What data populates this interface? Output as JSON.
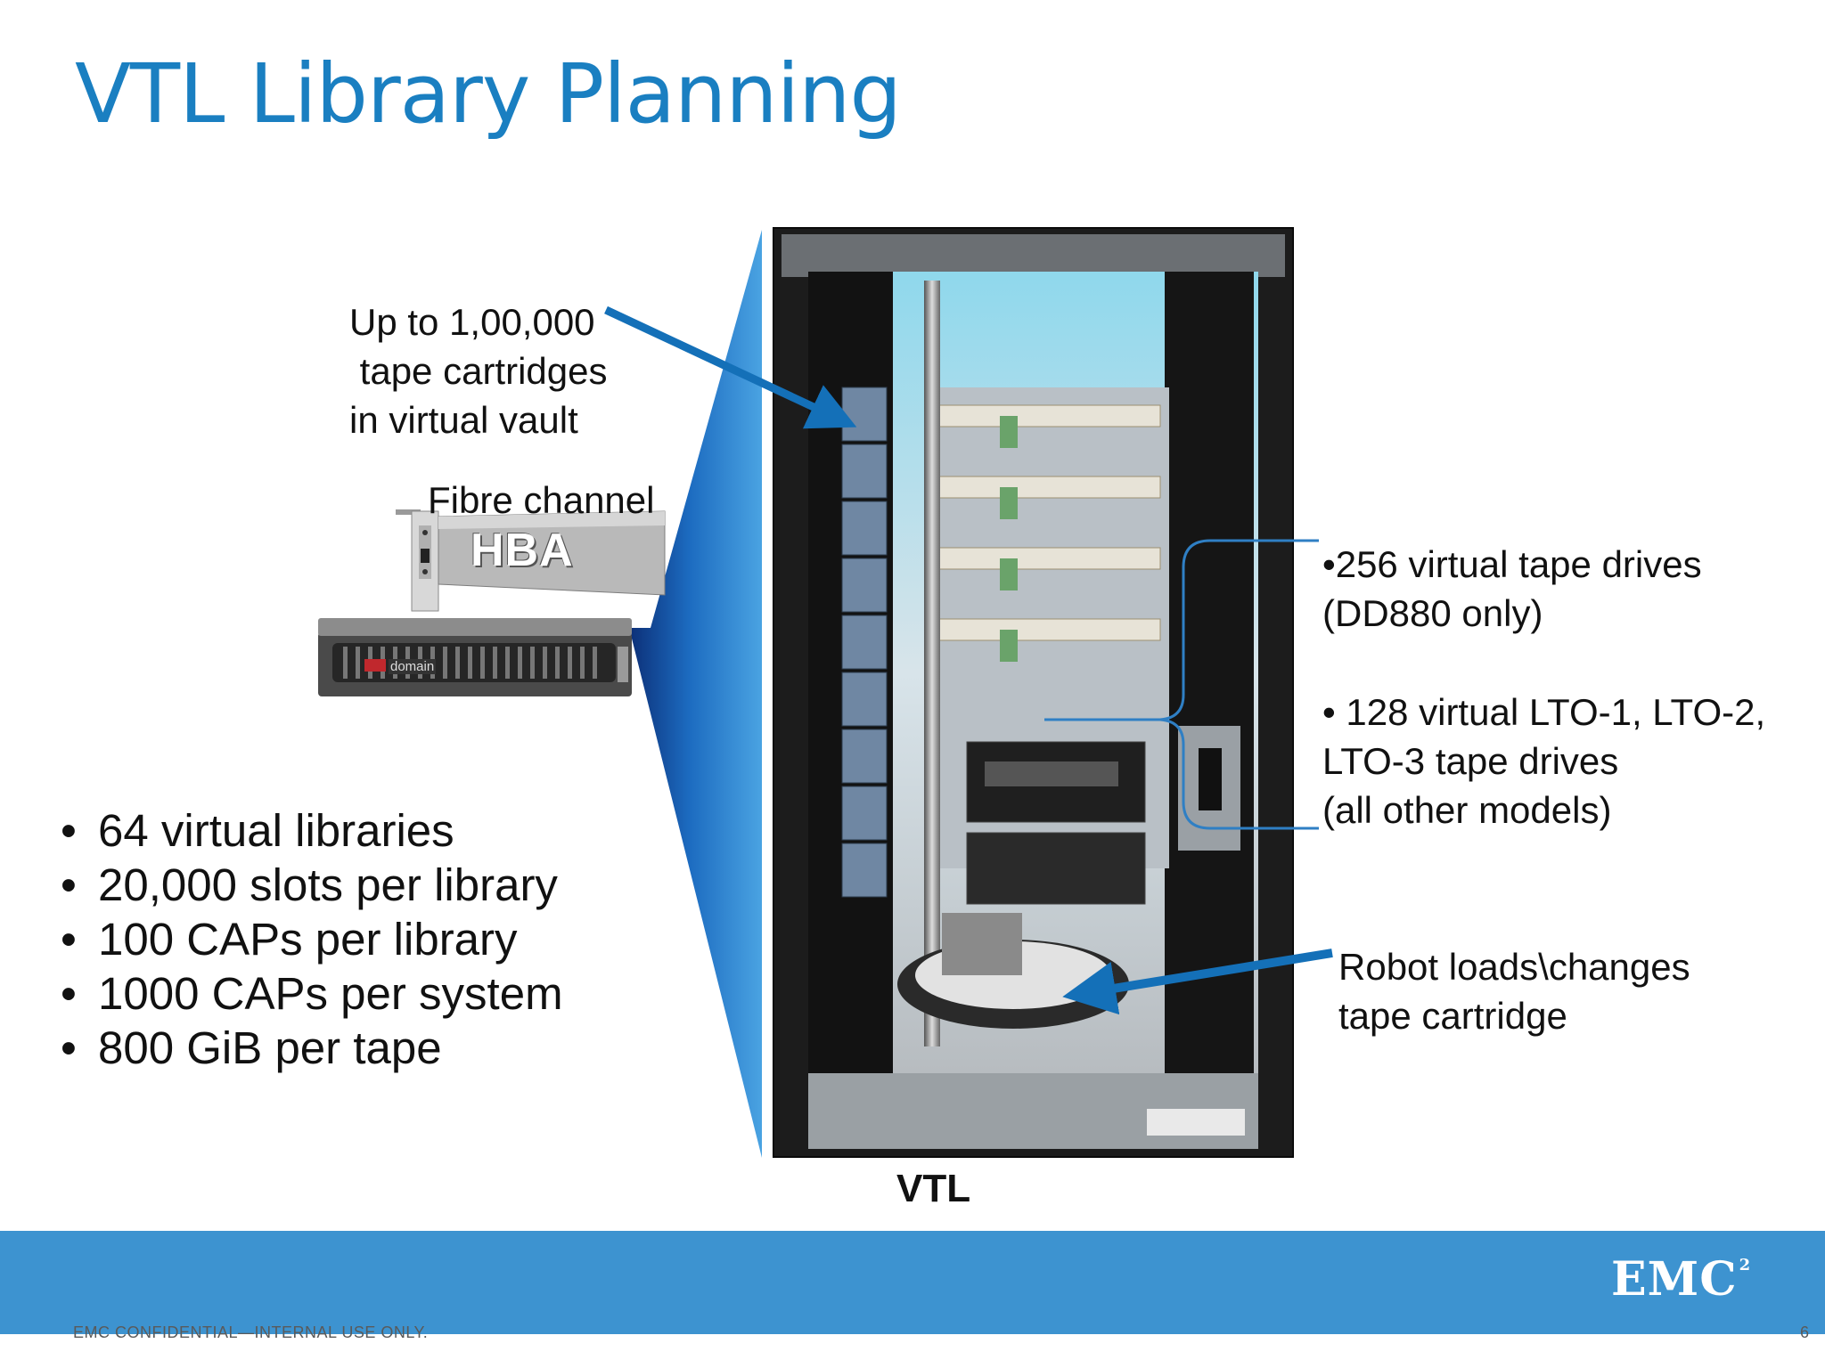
{
  "slide": {
    "title": "VTL Library Planning",
    "callouts": {
      "vault": "Up to 1,00,000\n tape cartridges\nin virtual vault",
      "fibre": "Fibre channel",
      "drives_1": "•256 virtual tape drives\n(DD880 only)",
      "drives_2": "• 128 virtual LTO-1, LTO-2,\nLTO-3 tape drives\n(all other models)",
      "robot": "Robot loads\\changes\ntape cartridge"
    },
    "hba_label": "HBA",
    "server_brand": "domain",
    "bullets": [
      "64 virtual libraries",
      "20,000 slots per library",
      "100 CAPs per library",
      "1000 CAPs per system",
      "800 GiB per tape"
    ],
    "photo_caption": "VTL"
  },
  "footer": {
    "confidential": "EMC CONFIDENTIAL—INTERNAL USE ONLY.",
    "page_number": "6",
    "logo": "EMC",
    "logo_superscript": "2"
  },
  "colors": {
    "title": "#1a7fc1",
    "footer_bar": "#3d93d0",
    "arrow": "#1470b8"
  }
}
